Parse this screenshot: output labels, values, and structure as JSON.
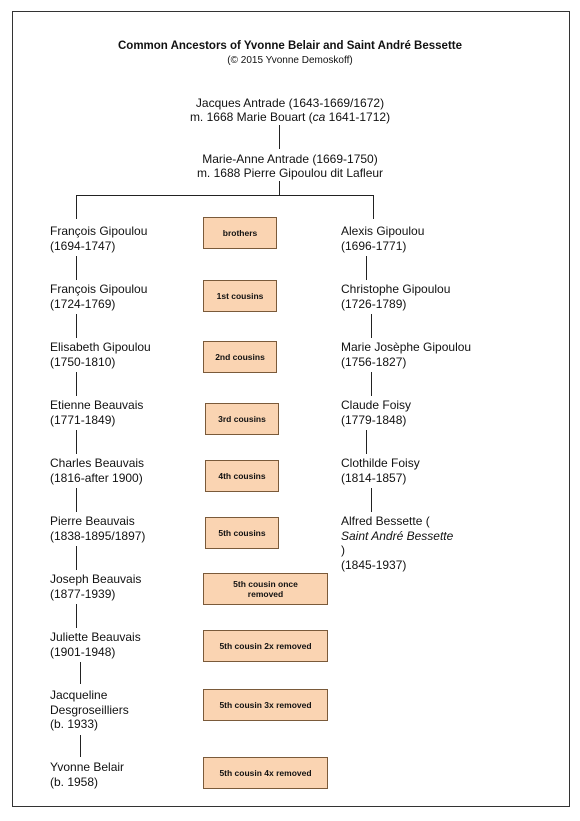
{
  "title": "Common Ancestors of Yvonne Belair and Saint André Bessette",
  "copyright": "(© 2015 Yvonne Demoskoff)",
  "top_ancestor": {
    "line1": "Jacques Antrade (1643-1669/1672)",
    "line2_pre": "m. 1668 Marie Bouart (",
    "line2_em": "ca",
    "line2_post": " 1641-1712)"
  },
  "second_ancestor": {
    "line1": "Marie-Anne Antrade (1669-1750)",
    "line2": "m. 1688 Pierre Gipoulou dit Lafleur"
  },
  "left_line": [
    {
      "name": "François Gipoulou",
      "dates": "(1694-1747)"
    },
    {
      "name": "François Gipoulou",
      "dates": "(1724-1769)"
    },
    {
      "name": "Elisabeth Gipoulou",
      "dates": "(1750-1810)"
    },
    {
      "name": "Etienne Beauvais",
      "dates": "(1771-1849)"
    },
    {
      "name": "Charles Beauvais",
      "dates": "(1816-after 1900)"
    },
    {
      "name": "Pierre Beauvais",
      "dates": "(1838-1895/1897)"
    },
    {
      "name": "Joseph Beauvais",
      "dates": "(1877-1939)"
    },
    {
      "name": "Juliette Beauvais",
      "dates": "(1901-1948)"
    },
    {
      "name": "Jacqueline",
      "name2": "Desgroseilliers",
      "dates": "(b. 1933)"
    },
    {
      "name": "Yvonne Belair",
      "dates": "(b. 1958)"
    }
  ],
  "right_line": [
    {
      "name": "Alexis Gipoulou",
      "dates": "(1696-1771)"
    },
    {
      "name": "Christophe Gipoulou",
      "dates": "(1726-1789)"
    },
    {
      "name": "Marie Josèphe Gipoulou",
      "dates": "(1756-1827)"
    },
    {
      "name": "Claude Foisy",
      "dates": "(1779-1848)"
    },
    {
      "name": "Clothilde Foisy",
      "dates": "(1814-1857)"
    },
    {
      "name": "Alfred Bessette (",
      "name_em": "Saint André Bessette",
      "name_post": ")",
      "dates": "(1845-1937)"
    }
  ],
  "relationships": [
    {
      "line1": "brothers"
    },
    {
      "line1": "1st cousins"
    },
    {
      "line1": "2nd cousins"
    },
    {
      "line1": "3rd cousins"
    },
    {
      "line1": "4th cousins"
    },
    {
      "line1": "5th cousins"
    },
    {
      "line1": "5th cousin once",
      "line2": "removed"
    },
    {
      "line1": "5th cousin 2x removed"
    },
    {
      "line1": "5th cousin 3x removed"
    },
    {
      "line1": "5th cousin 4x removed"
    }
  ],
  "colors": {
    "relationship_box": "#fad4b2",
    "border": "#333333"
  }
}
